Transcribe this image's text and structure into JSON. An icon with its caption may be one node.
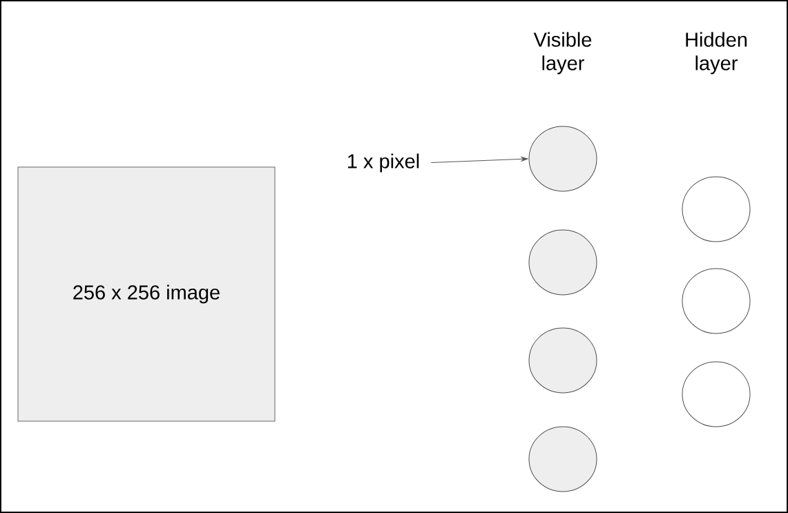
{
  "diagram": {
    "nodes": [
      {
        "text": [
          "256 x 256 image"
        ]
      },
      {
        "text": [
          "1 x pixel"
        ]
      },
      {
        "text": [],
        "shape": "circle"
      },
      {
        "text": [],
        "shape": "circle"
      },
      {
        "text": [],
        "shape": "circle"
      },
      {
        "text": [],
        "shape": "circle"
      },
      {
        "text": [],
        "shape": "circle"
      },
      {
        "text": [],
        "shape": "circle"
      },
      {
        "text": [],
        "shape": "circle"
      }
    ],
    "edges": [
      {
        "from": 1,
        "to": 2,
        "arrow": "to"
      }
    ],
    "labels": [
      "Visible layer",
      "Hidden layer"
    ]
  }
}
